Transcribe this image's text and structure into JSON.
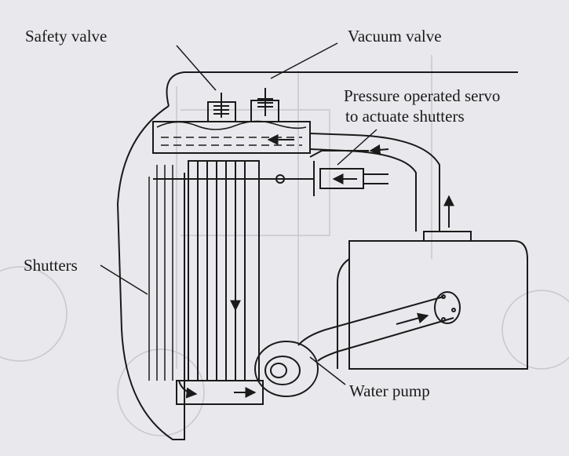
{
  "labels": {
    "safety_valve": "Safety valve",
    "vacuum_valve": "Vacuum valve",
    "servo_line1": "Pressure operated servo",
    "servo_line2": "to actuate shutters",
    "shutters": "Shutters",
    "water_pump": "Water pump"
  },
  "colors": {
    "background": "#e9e8ec",
    "ink": "#1a1a1a",
    "bleed_through": "#b9b6c0"
  }
}
